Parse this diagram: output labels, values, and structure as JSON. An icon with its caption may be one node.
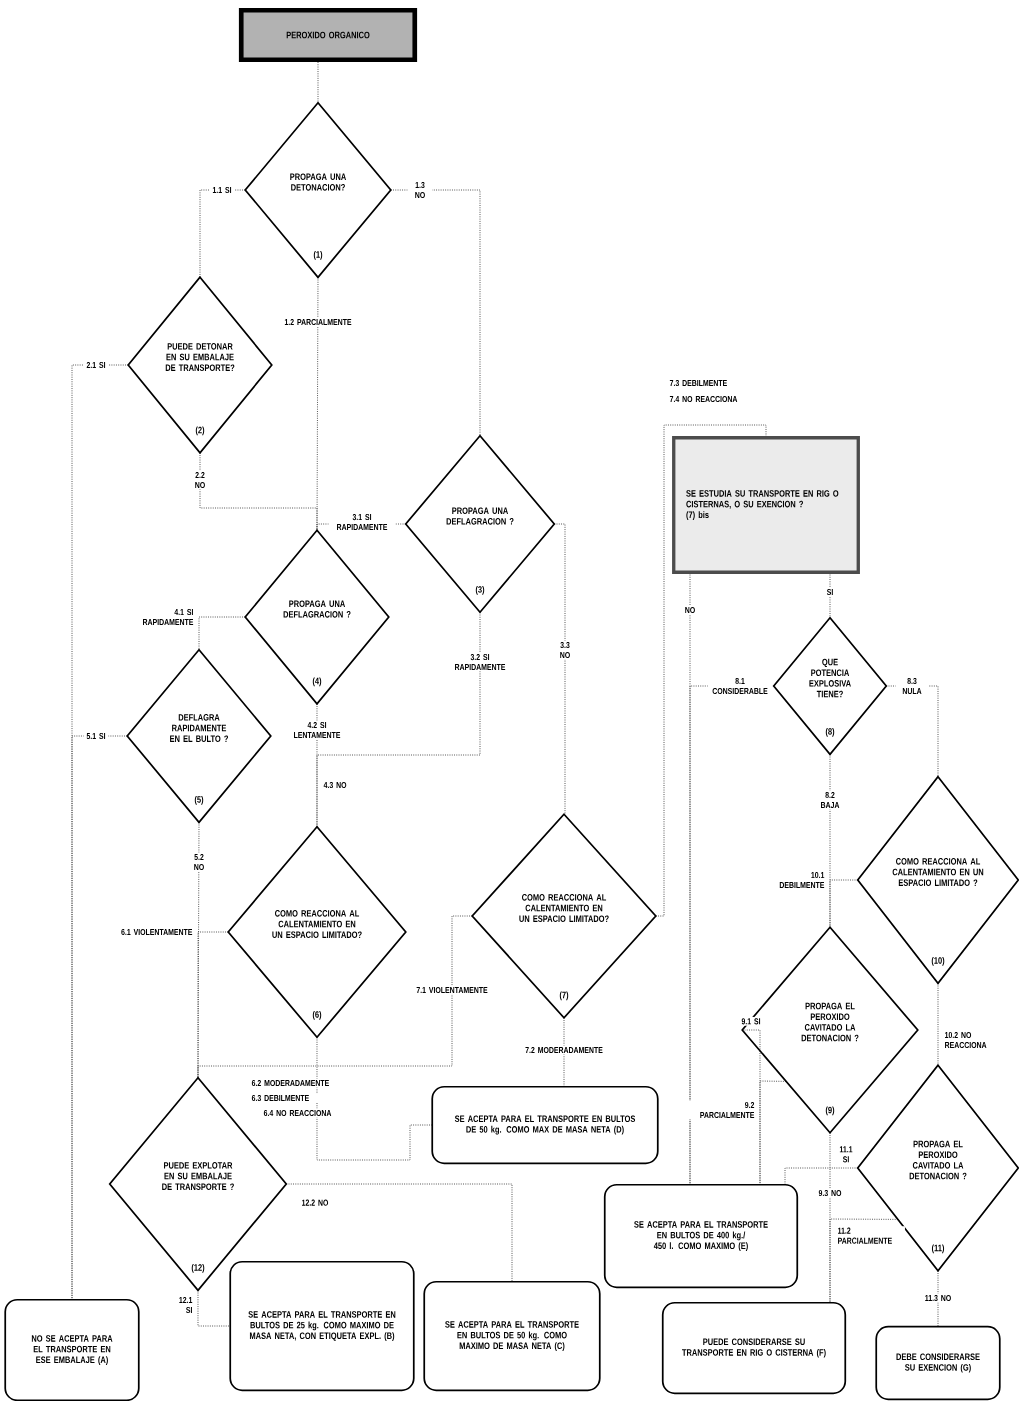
{
  "diagram": {
    "nodes": [
      {
        "text": [
          "PEROXIDO ORGANICO"
        ]
      },
      {
        "text": [
          "PROPAGA UNA DETONACION?",
          "(1)"
        ]
      },
      {
        "text": [
          "PUEDE DETONAR EN SU EMBALAJE DE TRANSPORTE?",
          "(2)"
        ]
      },
      {
        "text": [
          "PROPAGA UNA DEFLAGRACION ?",
          "(3)"
        ]
      },
      {
        "text": [
          "PROPAGA UNA DEFLAGRACION ?",
          "(4)"
        ]
      },
      {
        "text": [
          "DEFLAGRA RAPIDAMENTE EN EL BULTO ?",
          "(5)"
        ]
      },
      {
        "text": [
          "COMO REACCIONA AL CALENTAMIENTO EN UN ESPACIO LIMITADO?",
          "(6)"
        ]
      },
      {
        "text": [
          "COMO REACCIONA AL CALENTAMIENTO EN UN ESPACIO LIMITADO?",
          "(7)"
        ]
      },
      {
        "text": [
          "SE ESTUDIA SU TRANSPORTE EN RIG O CISTERNAS, O SU EXENCION ?",
          "(7) bis"
        ]
      },
      {
        "text": [
          "QUE POTENCIA EXPLOSIVA TIENE?",
          "(8)"
        ]
      },
      {
        "text": [
          "COMO REACCIONA AL CALENTAMIENTO EN UN ESPACIO LIMITADO ?",
          "(10)"
        ]
      },
      {
        "text": [
          "PROPAGA EL PEROXIDO CAVITADO LA DETONACION ?",
          "(9)"
        ]
      },
      {
        "text": [
          "PROPAGA EL PEROXIDO CAVITADO LA DETONACION ?",
          "(11)"
        ]
      },
      {
        "text": [
          "PUEDE EXPLOTAR EN SU EMBALAJE DE TRANSPORTE ?",
          "(12)"
        ]
      },
      {
        "text": [
          "SE ACEPTA PARA EL TRANSPORTE EN BULTOS DE 50 kg. COMO MAX DE MASA NETA (D)"
        ]
      },
      {
        "text": [
          "SE ACEPTA PARA EL TRANSPORTE EN BULTOS DE 400 kg./ 450 l. COMO MAXIMO (E)"
        ]
      },
      {
        "text": [
          "NO SE ACEPTA PARA EL TRANSPORTE EN ESE EMBALAJE (A)"
        ]
      },
      {
        "text": [
          "SE ACEPTA PARA EL TRANSPORTE EN BULTOS DE 25 kg. COMO MAXIMO DE MASA NETA, CON ETIQUETA EXPL. (B)"
        ]
      },
      {
        "text": [
          "SE ACEPTA PARA EL TRANSPORTE EN BULTOS DE 50 kg. COMO MAXIMO DE MASA NETA (C)"
        ]
      },
      {
        "text": [
          "PUEDE CONSIDERARSE SU TRANSPORTE EN RIG O CISTERNA (F)"
        ]
      },
      {
        "text": [
          "DEBE CONSIDERARSE SU EXENCION (G)"
        ]
      }
    ],
    "edges": [
      {
        "from": 0,
        "to": 1,
        "arrow": "none"
      },
      {
        "from": 1,
        "to": 2,
        "arrow": "none",
        "label": "1.1 SI"
      },
      {
        "from": 1,
        "to": 4,
        "arrow": "none",
        "label": "1.2 PARCIALMENTE"
      },
      {
        "from": 1,
        "to": 3,
        "arrow": "none",
        "label": "1.3 NO"
      },
      {
        "from": 2,
        "to": 16,
        "arrow": "none",
        "label": "2.1 SI"
      },
      {
        "from": 2,
        "to": 4,
        "arrow": "none",
        "label": "2.2 NO"
      },
      {
        "from": 3,
        "to": 4,
        "arrow": "none",
        "label": "3.1 SI RAPIDAMENTE"
      },
      {
        "from": 3,
        "to": 6,
        "arrow": "none",
        "label": "3.2 SI RAPIDAMENTE"
      },
      {
        "from": 3,
        "to": 7,
        "arrow": "none",
        "label": "3.3 NO"
      },
      {
        "from": 4,
        "to": 5,
        "arrow": "none",
        "label": "4.1 SI RAPIDAMENTE"
      },
      {
        "from": 4,
        "to": 6,
        "arrow": "none",
        "label": "4.2 SI LENTAMENTE"
      },
      {
        "from": 5,
        "to": 16,
        "arrow": "none",
        "label": "5.1 SI"
      },
      {
        "from": 5,
        "to": 13,
        "arrow": "none",
        "label": "5.2 NO"
      },
      {
        "from": 6,
        "to": 13,
        "arrow": "none",
        "label": "6.1 VIOLENTAMENTE"
      },
      {
        "from": 6,
        "to": 14,
        "arrow": "none",
        "label": "6.2 MODERADAMENTE"
      },
      {
        "from": 7,
        "to": 13,
        "arrow": "none",
        "label": "7.1 VIOLENTAMENTE"
      },
      {
        "from": 7,
        "to": 14,
        "arrow": "none",
        "label": "7.2 MODERADAMENTE"
      },
      {
        "from": 7,
        "to": 8,
        "arrow": "none",
        "label": "7.3 DEBILMENTE"
      },
      {
        "from": 8,
        "to": 15,
        "arrow": "none",
        "label": "NO"
      },
      {
        "from": 8,
        "to": 9,
        "arrow": "none",
        "label": "SI"
      },
      {
        "from": 9,
        "to": 15,
        "arrow": "none",
        "label": "8.1 CONSIDERABLE"
      },
      {
        "from": 9,
        "to": 11,
        "arrow": "none",
        "label": "8.2 BAJA"
      },
      {
        "from": 9,
        "to": 10,
        "arrow": "none",
        "label": "8.3 NULA"
      },
      {
        "from": 10,
        "to": 11,
        "arrow": "none",
        "label": "10.1 DEBILMENTE"
      },
      {
        "from": 10,
        "to": 12,
        "arrow": "none",
        "label": "10.2 NO REACCIONA"
      },
      {
        "from": 11,
        "to": 15,
        "arrow": "none",
        "label": "9.1 SI"
      },
      {
        "from": 11,
        "to": 15,
        "arrow": "none",
        "label": "9.2 PARCIALMENTE"
      },
      {
        "from": 11,
        "to": 19,
        "arrow": "none",
        "label": "9.3 NO"
      },
      {
        "from": 12,
        "to": 15,
        "arrow": "none",
        "label": "11.1 SI"
      },
      {
        "from": 12,
        "to": 19,
        "arrow": "none",
        "label": "11.2 PARCIALMENTE"
      },
      {
        "from": 12,
        "to": 20,
        "arrow": "none",
        "label": "11.3 NO"
      },
      {
        "from": 13,
        "to": 17,
        "arrow": "none",
        "label": "12.1 SI"
      },
      {
        "from": 13,
        "to": 18,
        "arrow": "none",
        "label": "12.2 NO"
      }
    ],
    "labels": [
      "7.4 NO REACCIONA",
      "4.3 NO",
      "6.3 DEBILMENTE",
      "6.4 NO REACCIONA"
    ]
  }
}
